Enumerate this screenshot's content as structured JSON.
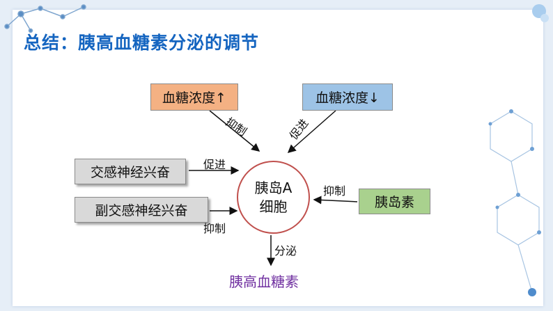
{
  "slide": {
    "title": "总结：胰高血糖素分泌的调节"
  },
  "diagram": {
    "center": {
      "line1": "胰岛A",
      "line2": "细胞"
    },
    "boxes": {
      "glucose_high": "血糖浓度↑",
      "glucose_low": "血糖浓度↓",
      "sympathetic": "交感神经兴奋",
      "parasympathetic": "副交感神经兴奋",
      "insulin": "胰岛素"
    },
    "labels": {
      "inhibit_glucose_high": "抑制",
      "promote_glucose_low": "促进",
      "promote_sympathetic": "促进",
      "inhibit_parasympathetic": "抑制",
      "inhibit_insulin": "抑制",
      "secrete": "分泌"
    },
    "output": "胰高血糖素"
  },
  "colors": {
    "title": "#1565c0",
    "glucose_high_fill": "#f4b183",
    "glucose_low_fill": "#9dc3e6",
    "insulin_fill": "#a9d18e",
    "neutral_fill": "#d9d9d9",
    "circle_stroke": "#c0504d",
    "output_text": "#7030a0"
  }
}
